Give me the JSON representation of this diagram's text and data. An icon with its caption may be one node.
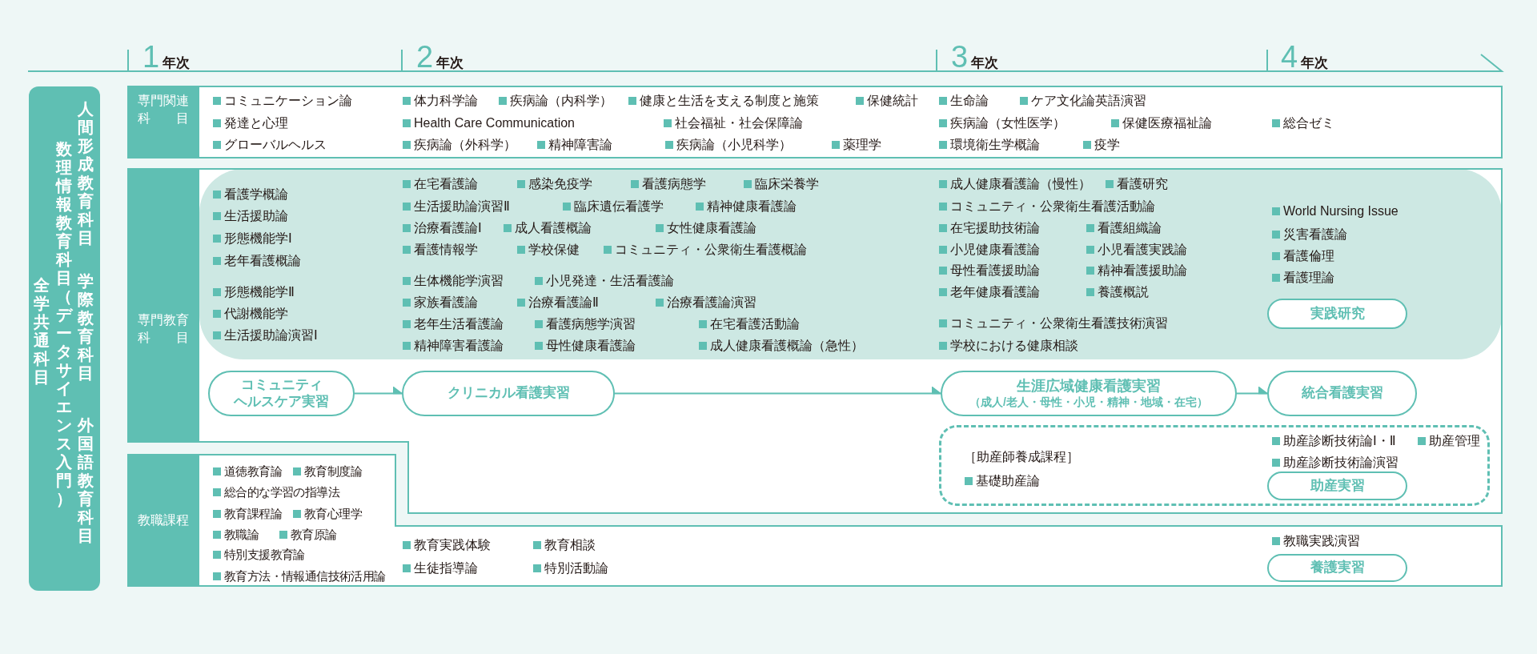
{
  "diagram": {
    "nodes": [
      {
        "text": [
          "人間形成教育科目",
          "学際教育科目",
          "外国語教育科目",
          "数理情報教育科目（データサイエンス入門）",
          "全学共通科目"
        ]
      },
      {
        "text": [
          "専門関連科目",
          "コミュニケーション論",
          "発達と心理",
          "グローバルヘルス",
          "体力科学論",
          "疾病論（内科学）",
          "健康と生活を支える制度と施策",
          "保健統計",
          "Health Care Communication",
          "社会福祉・社会保障論",
          "疾病論（外科学）",
          "精神障害論",
          "疾病論（小児科学）",
          "薬理学",
          "生命論",
          "ケア文化論英語演習",
          "疾病論（女性医学）",
          "保健医療福祉論",
          "環境衛生学概論",
          "疫学",
          "総合ゼミ"
        ]
      },
      {
        "text": [
          "専門教育科目",
          "看護学概論",
          "生活援助論",
          "形態機能学Ⅰ",
          "老年看護概論",
          "形態機能学Ⅱ",
          "代謝機能学",
          "生活援助論演習Ⅰ",
          "在宅看護論",
          "感染免疫学",
          "看護病態学",
          "臨床栄養学",
          "生活援助論演習Ⅱ",
          "臨床遺伝看護学",
          "精神健康看護論",
          "治療看護論Ⅰ",
          "成人看護概論",
          "女性健康看護論",
          "看護情報学",
          "学校保健",
          "コミュニティ・公衆衛生看護概論",
          "生体機能学演習",
          "小児発達・生活看護論",
          "家族看護論",
          "治療看護論Ⅱ",
          "治療看護論演習",
          "老年生活看護論",
          "看護病態学演習",
          "在宅看護活動論",
          "精神障害看護論",
          "母性健康看護論",
          "成人健康看護概論（急性）",
          "成人健康看護論（慢性）",
          "看護研究",
          "コミュニティ・公衆衛生看護活動論",
          "在宅援助技術論",
          "看護組織論",
          "小児健康看護論",
          "小児看護実践論",
          "母性看護援助論",
          "精神看護援助論",
          "老年健康看護論",
          "養護概説",
          "コミュニティ・公衆衛生看護技術演習",
          "学校における健康相談",
          "World Nursing Issue",
          "災害看護論",
          "看護倫理",
          "看護理論"
        ]
      },
      {
        "text": [
          "実践研究"
        ],
        "in": 2
      },
      {
        "text": [
          "コミュニティヘルスケア実習"
        ],
        "in": 2
      },
      {
        "text": [
          "クリニカル看護実習"
        ],
        "in": 2
      },
      {
        "text": [
          "生涯広域健康看護実習",
          "（成人/老人・母性・小児・精神・地域・在宅）"
        ],
        "in": 2
      },
      {
        "text": [
          "統合看護実習"
        ],
        "in": 2
      },
      {
        "text": [
          "［助産師養成課程］",
          "基礎助産論",
          "助産診断技術論Ⅰ・Ⅱ",
          "助産管理",
          "助産診断技術論演習"
        ],
        "in": 2
      },
      {
        "text": [
          "助産実習"
        ],
        "in": 8
      },
      {
        "text": [
          "教職課程",
          "道徳教育論",
          "教育制度論",
          "総合的な学習の指導法",
          "教育課程論",
          "教育心理学",
          "教職論",
          "教育原論",
          "特別支援教育論",
          "教育方法・情報通信技術活用論",
          "教育実践体験",
          "教育相談",
          "生徒指導論",
          "特別活動論",
          "教職実践演習"
        ]
      },
      {
        "text": [
          "養護実習"
        ],
        "in": 10
      }
    ],
    "edges": [
      {
        "from": 4,
        "to": 5,
        "arrow": "to"
      },
      {
        "from": 5,
        "to": 6,
        "arrow": "to"
      },
      {
        "from": 6,
        "to": 7,
        "arrow": "to"
      }
    ],
    "labels": [
      "1年次",
      "2年次",
      "3年次",
      "4年次"
    ]
  }
}
